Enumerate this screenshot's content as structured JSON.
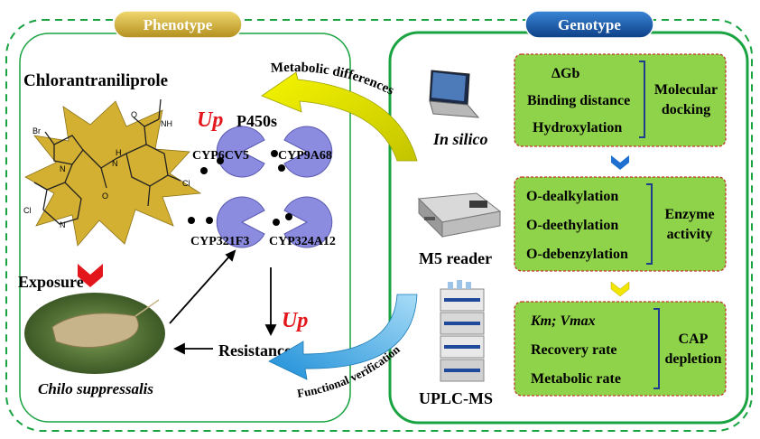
{
  "phenotype": {
    "badge": "Phenotype",
    "compound": "Chlorantraniliprole",
    "up1": "Up",
    "p450s": "P450s",
    "cyps": [
      "CYP6CV5",
      "CYP9A68",
      "CYP321F3",
      "CYP324A12"
    ],
    "exposure": "Exposure",
    "insect": "Chilo suppressalis",
    "resistance": "Resistance",
    "up2": "Up",
    "atoms": {
      "br": "Br",
      "nh": "NH",
      "o1": "O",
      "h": "H",
      "n1": "N",
      "n2": "N",
      "o2": "O",
      "cl1": "Cl",
      "cl2": "Cl",
      "n3": "N"
    }
  },
  "genotype": {
    "badge": "Genotype",
    "methods": [
      "In silico",
      "M5 reader",
      "UPLC-MS"
    ],
    "panel1": {
      "items": [
        "ΔGb",
        "Binding distance",
        "Hydroxylation"
      ],
      "label": "Molecular docking"
    },
    "panel2": {
      "items": [
        "O-dealkylation",
        "O-deethylation",
        "O-debenzylation"
      ],
      "label": "Enzyme activity"
    },
    "panel3": {
      "items": [
        "Km; Vmax",
        "Recovery rate",
        "Metabolic rate"
      ],
      "label": "CAP depletion"
    }
  },
  "arrows": {
    "top": "Metabolic differences",
    "bottom": "Functional verification"
  },
  "colors": {
    "border_green": "#19a341",
    "panel_fill": "#8fd34a",
    "panel_border": "#c0392b",
    "star_fill": "#d4b032",
    "enzyme_fill": "#8b8be0",
    "badge_gold": "#c9a632",
    "badge_blue": "#1e5fa8",
    "up_red": "#e3161b",
    "chevron_blue": "#1e6fd0",
    "chevron_yellow": "#f2e600"
  }
}
